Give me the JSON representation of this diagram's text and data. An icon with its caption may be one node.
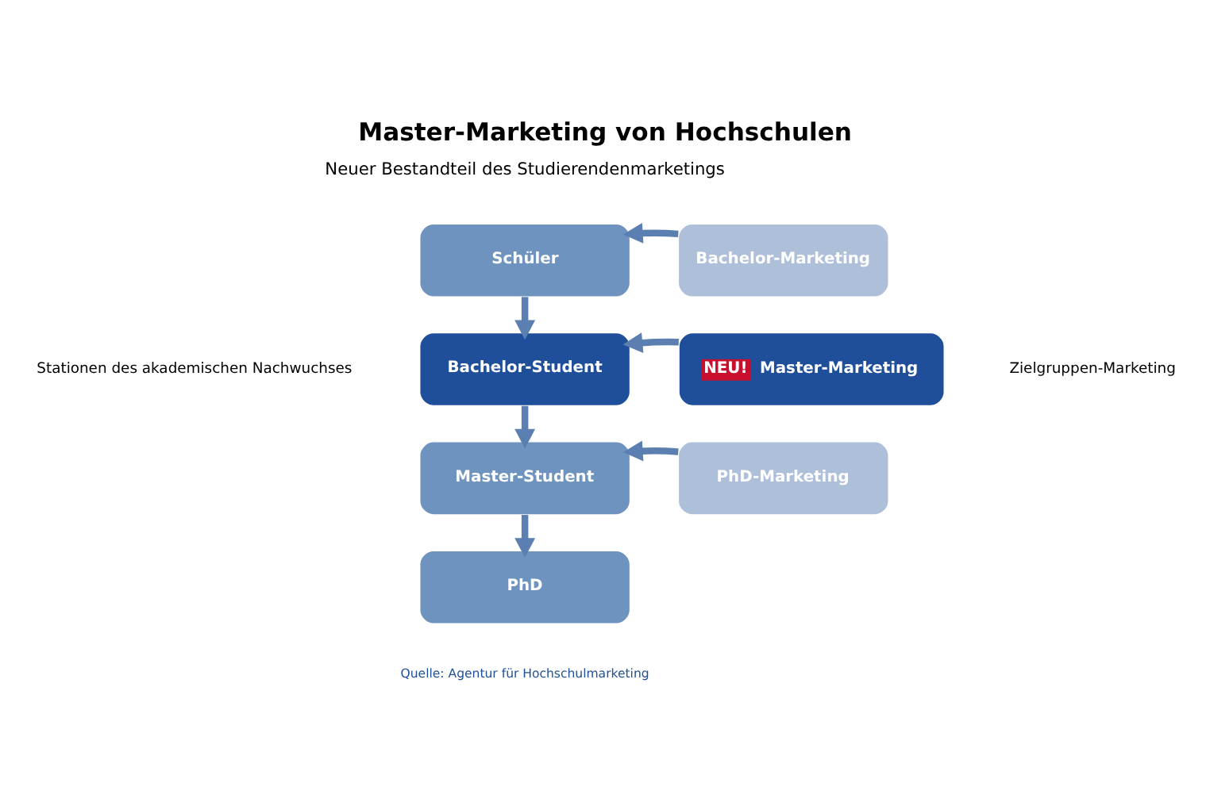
{
  "diagram": {
    "title": "Master-Marketing von Hochschulen",
    "nodes": [
      {
        "text": [
          "Schüler"
        ]
      },
      {
        "text": [
          "Bachelor-Marketing"
        ]
      },
      {
        "text": [
          "Bachelor-Student"
        ]
      },
      {
        "text": [
          "NEU!",
          "Master-Marketing"
        ]
      },
      {
        "text": [
          "Master-Student"
        ]
      },
      {
        "text": [
          "PhD-Marketing"
        ]
      },
      {
        "text": [
          "PhD"
        ]
      }
    ],
    "edges": [
      {
        "from": 1,
        "to": 0,
        "arrow": "to"
      },
      {
        "from": 0,
        "to": 2,
        "arrow": "to"
      },
      {
        "from": 3,
        "to": 2,
        "arrow": "to"
      },
      {
        "from": 2,
        "to": 4,
        "arrow": "to"
      },
      {
        "from": 5,
        "to": 4,
        "arrow": "to"
      },
      {
        "from": 4,
        "to": 6,
        "arrow": "to"
      }
    ],
    "labels": [
      "Neuer Bestandteil des Studierendenmarketings",
      "Stationen des akademischen Nachwuchses",
      "Zielgruppen-Marketing",
      "Quelle: Agentur für Hochschulmarketing"
    ]
  }
}
